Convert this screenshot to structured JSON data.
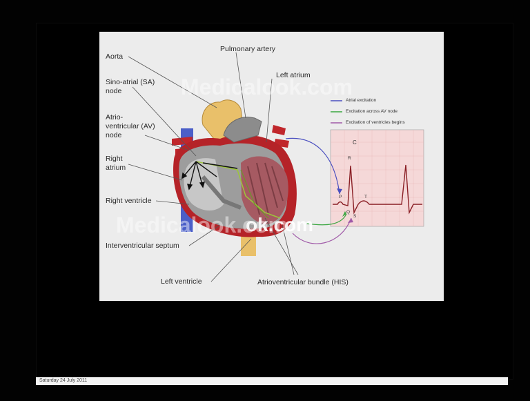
{
  "slide": {
    "labels": {
      "aorta": "Aorta",
      "pulmonary_artery": "Pulmonary artery",
      "left_atrium": "Left atrium",
      "sa_node": "Sino-atrial (SA)\nnode",
      "av_node": "Atrio-\nventricular (AV)\nnode",
      "right_atrium": "Right\natrium",
      "right_ventricle": "Right ventricle",
      "interventricular_septum": "Interventricular septum",
      "left_ventricle": "Left ventricle",
      "his_bundle": "Atrioventricular bundle (HIS)"
    },
    "legend": [
      {
        "label": "Atrial excitation",
        "color": "#4a4fc0"
      },
      {
        "label": "Excitation across AV node",
        "color": "#3aa640"
      },
      {
        "label": "Excitation of ventricles begins",
        "color": "#a05aa8"
      }
    ],
    "ecg": {
      "panel_label": "C",
      "wave_labels": {
        "p": "P",
        "q": "Q",
        "r": "R",
        "s": "S",
        "t": "T"
      }
    },
    "watermarks": [
      "Medicalook.com",
      "ok.com"
    ]
  },
  "footer": {
    "date": "Saturday 24 July 2011"
  }
}
